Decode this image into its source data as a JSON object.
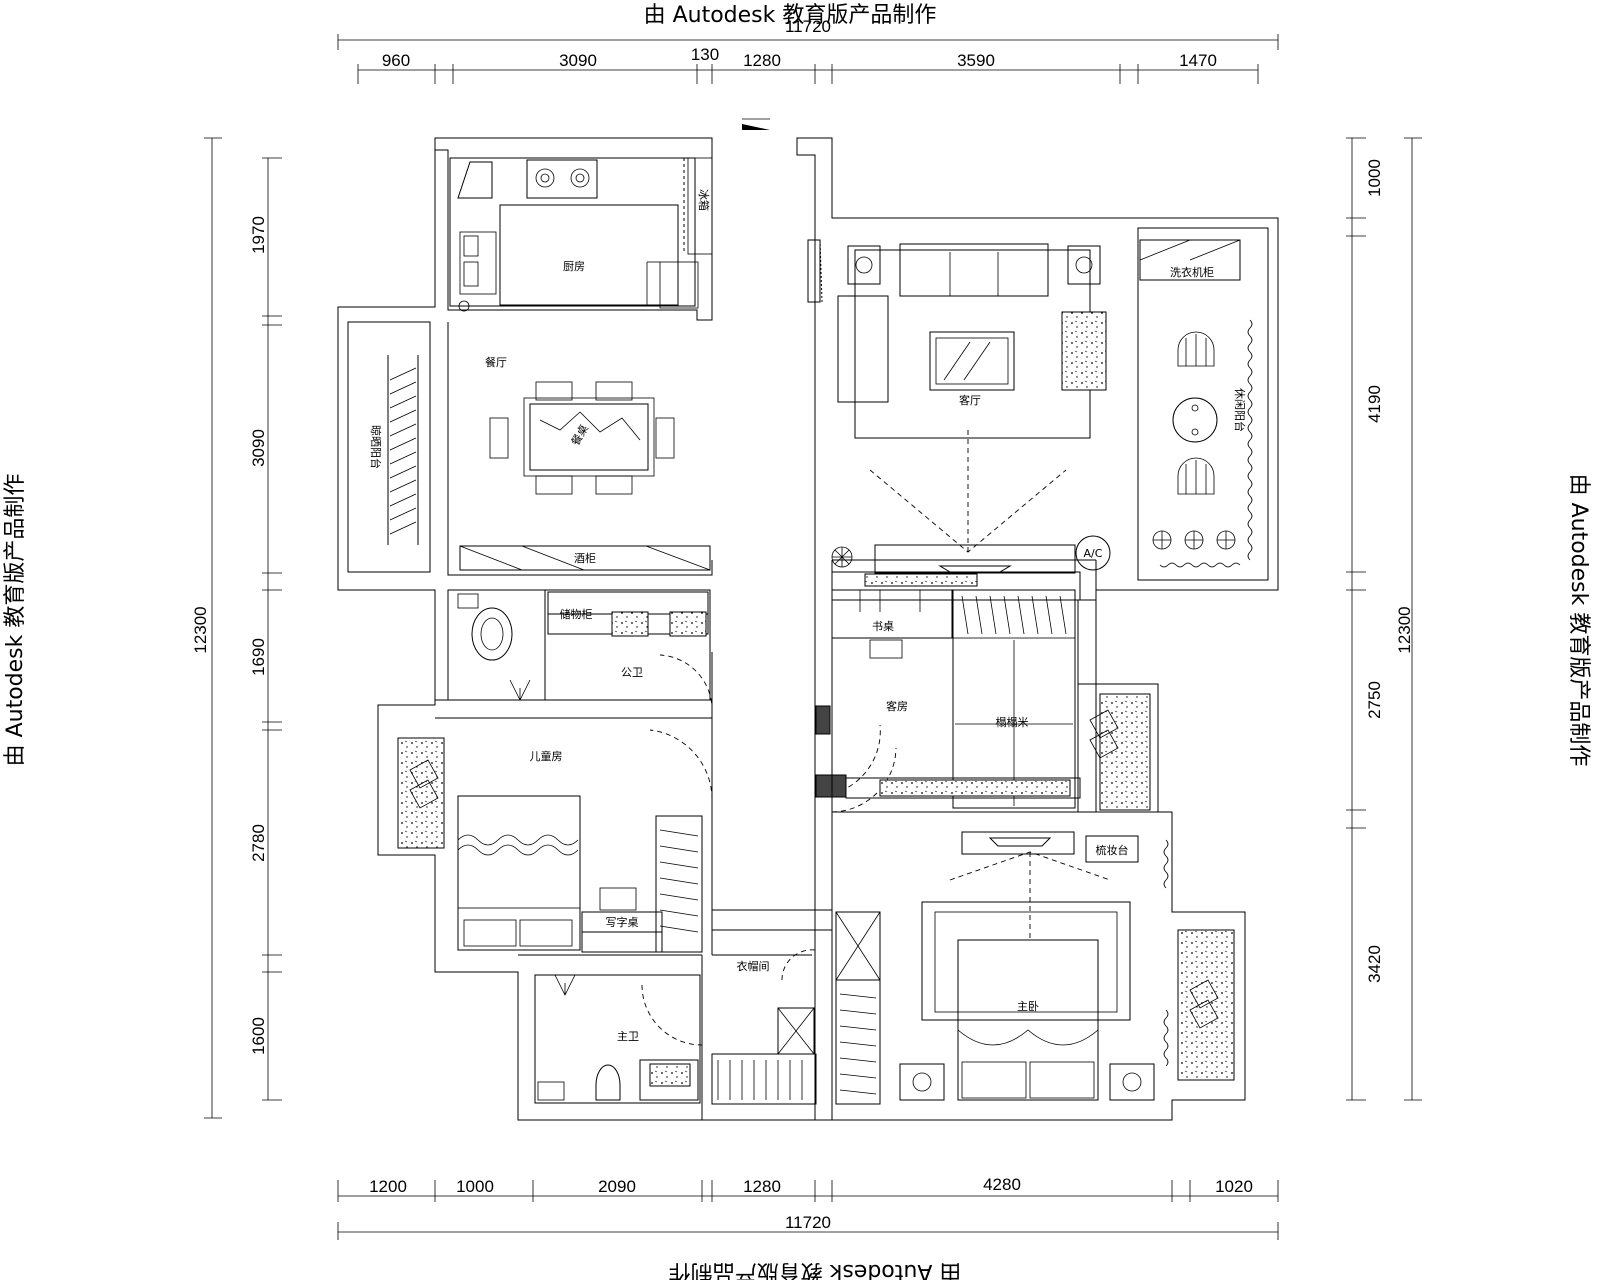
{
  "watermark": "由 Autodesk 教育版产品制作",
  "dimensions": {
    "top_overall": "11720",
    "top": [
      "960",
      "3090",
      "130",
      "1280",
      "3590",
      "1470"
    ],
    "bottom": [
      "1200",
      "1000",
      "2090",
      "1280",
      "4280",
      "1020"
    ],
    "bottom_overall": "11720",
    "left_overall": "12300",
    "left": [
      "1970",
      "3090",
      "1690",
      "2780",
      "1600"
    ],
    "right_overall": "12300",
    "right": [
      "1000",
      "4190",
      "2750",
      "3420"
    ]
  },
  "rooms": {
    "kitchen": "厨房",
    "dining": "餐厅",
    "living": "客厅",
    "leisure_balcony": "休闲阳台",
    "drying_balcony": "晾晒阳台",
    "wine_cabinet": "酒柜",
    "storage_cabinet": "储物柜",
    "public_bath": "公卫",
    "guest_room": "客房",
    "tatami": "榻榻米",
    "desk": "书桌",
    "children_room": "儿童房",
    "writing_desk": "写字桌",
    "cloakroom": "衣帽间",
    "master_bath": "主卫",
    "master_bedroom": "主卧",
    "dresser": "梳妆台",
    "washer_cabinet": "洗衣机柜",
    "dining_table": "餐桌",
    "fridge": "冰箱"
  },
  "labels": {
    "ac": "A/C"
  }
}
